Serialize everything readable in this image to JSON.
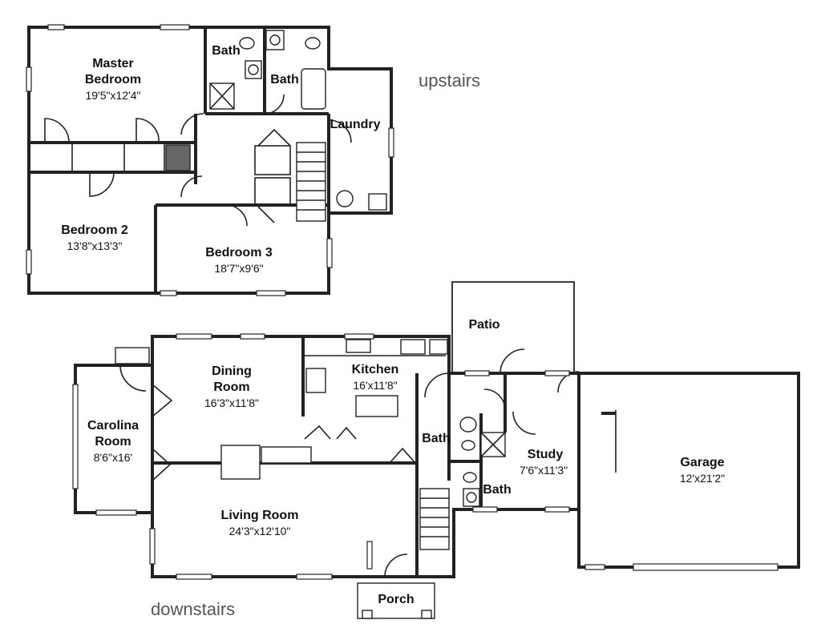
{
  "floor_labels": {
    "upstairs": "upstairs",
    "downstairs": "downstairs"
  },
  "upstairs": {
    "master_bedroom": {
      "name_line1": "Master",
      "name_line2": "Bedroom",
      "dims": "19'5\"x12'4\""
    },
    "bath_left": {
      "name": "Bath"
    },
    "bath_right": {
      "name": "Bath"
    },
    "laundry": {
      "name": "Laundry"
    },
    "bedroom2": {
      "name": "Bedroom 2",
      "dims": "13'8\"x13'3\""
    },
    "bedroom3": {
      "name": "Bedroom 3",
      "dims": "18'7\"x9'6\""
    }
  },
  "downstairs": {
    "patio": {
      "name": "Patio"
    },
    "dining_room": {
      "name_line1": "Dining",
      "name_line2": "Room",
      "dims": "16'3\"x11'8\""
    },
    "kitchen": {
      "name": "Kitchen",
      "dims": "16'x11'8\""
    },
    "carolina_room": {
      "name_line1": "Carolina",
      "name_line2": "Room",
      "dims": "8'6\"x16'"
    },
    "bath_upper": {
      "name": "Bath"
    },
    "bath_lower": {
      "name": "Bath"
    },
    "study": {
      "name": "Study",
      "dims": "7'6\"x11'3\""
    },
    "garage": {
      "name": "Garage",
      "dims": "12'x21'2\""
    },
    "living_room": {
      "name": "Living Room",
      "dims": "24'3\"x12'10\""
    },
    "porch": {
      "name": "Porch"
    }
  }
}
